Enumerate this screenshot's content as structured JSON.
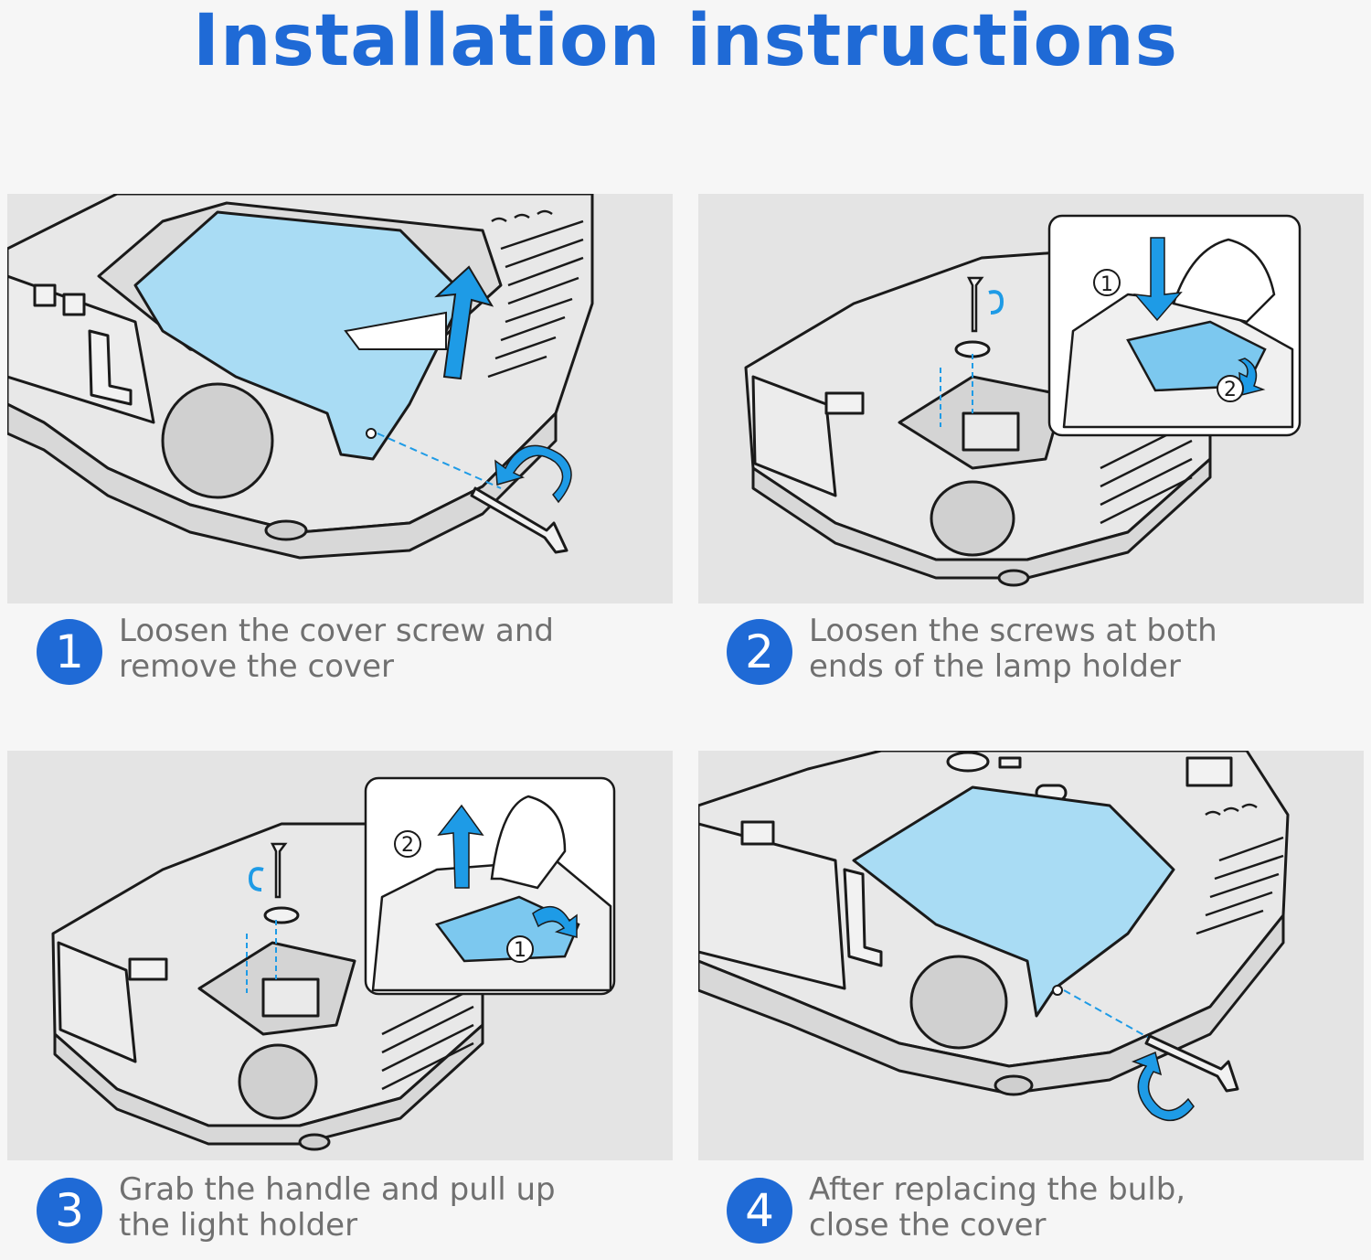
{
  "title": "Installation instructions",
  "colors": {
    "accent": "#1f6ad6",
    "cover_fill": "#a9dcf4",
    "arrow": "#1e9be6",
    "panel_bg": "#e4e4e4",
    "caption_text": "#707070"
  },
  "steps": [
    {
      "number": "1",
      "line1": "Loosen the cover screw and",
      "line2": "remove the cover",
      "illustration": "projector-cover-removal-illustration"
    },
    {
      "number": "2",
      "line1": "Loosen the screws at both",
      "line2": "ends of the lamp holder",
      "illustration": "lamp-holder-screws-illustration",
      "callouts": [
        "1",
        "2"
      ]
    },
    {
      "number": "3",
      "line1": "Grab the handle and pull up",
      "line2": "the light holder",
      "illustration": "lamp-holder-pull-illustration",
      "callouts": [
        "2",
        "1"
      ]
    },
    {
      "number": "4",
      "line1": "After replacing the bulb,",
      "line2": "close the cover",
      "illustration": "cover-closing-illustration"
    }
  ]
}
